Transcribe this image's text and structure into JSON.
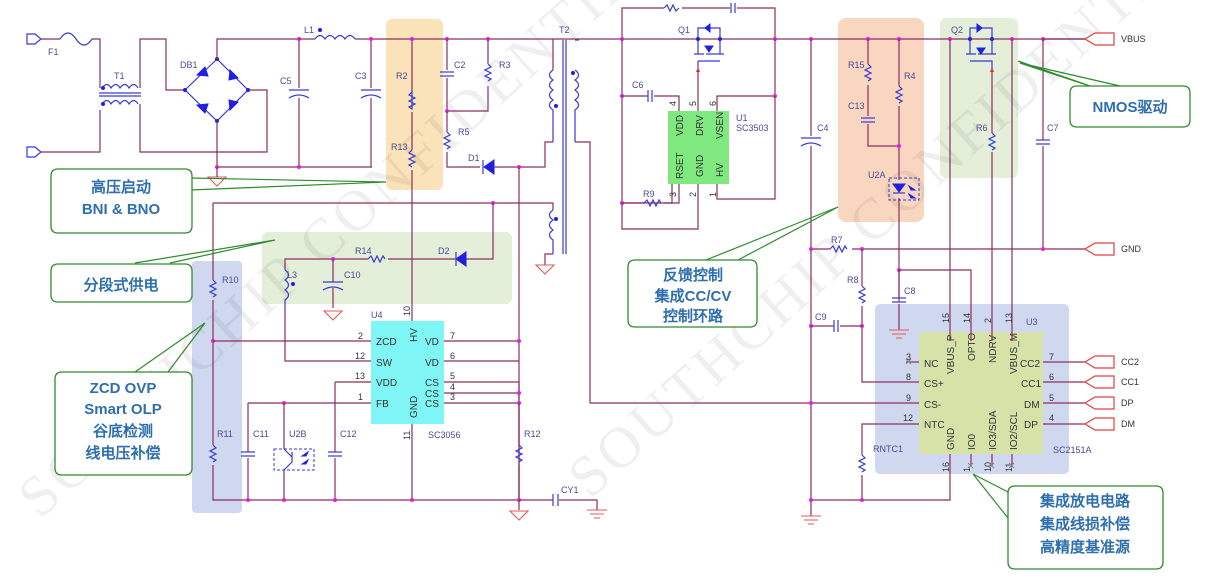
{
  "watermark": "SOUTHCHIP CONFIDENTIAL",
  "colors": {
    "wire": "#8a2f62",
    "component": "#3a3ad0",
    "junction": "#e020e0",
    "callout_border": "#2e8b2e",
    "callout_text": "#2f6fae",
    "region_hv_start": "#fbe3b9",
    "region_supply": "#e3efd9",
    "region_zcd": "#cfd8ee",
    "region_feedback": "#f8d6bf",
    "region_nmos": "#e3efd9",
    "region_u3": "#cfd8ee",
    "ic_u4": "#7ff5f5",
    "ic_u1": "#7fe87f",
    "ic_u3": "#d6e2a8"
  },
  "components": {
    "F1": "F1",
    "T1": "T1",
    "DB1": "DB1",
    "C5": "C5",
    "L1": "L1",
    "C3": "C3",
    "R2": "R2",
    "R13": "R13",
    "C2": "C2",
    "R3": "R3",
    "R5": "R5",
    "D1": "D1",
    "T2": "T2",
    "Q1": "Q1",
    "C6": "C6",
    "R9": "R9",
    "C4": "C4",
    "R15": "R15",
    "R4": "R4",
    "C13": "C13",
    "U2A": "U2A",
    "Q2": "Q2",
    "R6": "R6",
    "C7": "C7",
    "R14": "R14",
    "D2": "D2",
    "L3": "L3",
    "C10": "C10",
    "R10": "R10",
    "R11": "R11",
    "C11": "C11",
    "U2B": "U2B",
    "C12": "C12",
    "R12": "R12",
    "CY1": "CY1",
    "R7": "R7",
    "R8": "R8",
    "C8": "C8",
    "C9": "C9",
    "RNTC1": "RNTC1"
  },
  "ports": {
    "vbus": "VBUS",
    "gnd": "GND",
    "cc2": "CC2",
    "cc1": "CC1",
    "dp": "DP",
    "dm": "DM"
  },
  "ics": {
    "u4": {
      "ref": "U4",
      "part": "SC3056",
      "left_pins": [
        {
          "num": "2",
          "name": "ZCD"
        },
        {
          "num": "12",
          "name": "SW"
        },
        {
          "num": "13",
          "name": "VDD"
        },
        {
          "num": "1",
          "name": "FB"
        }
      ],
      "right_pins": [
        {
          "num": "7",
          "name": "VD"
        },
        {
          "num": "6",
          "name": "VD"
        },
        {
          "num": "5",
          "name": "CS"
        },
        {
          "num": "4",
          "name": "CS"
        },
        {
          "num": "3",
          "name": "CS"
        }
      ],
      "top_pin": {
        "num": "10",
        "name": "HV"
      },
      "bottom_pin": {
        "num": "11",
        "name": "GND"
      }
    },
    "u1": {
      "ref": "U1",
      "part": "SC3503",
      "top_pins": [
        {
          "num": "4",
          "name": "VDD"
        },
        {
          "num": "5",
          "name": "DRV"
        },
        {
          "num": "6",
          "name": "VSEN"
        }
      ],
      "bottom_pins": [
        {
          "num": "3",
          "name": "RSET"
        },
        {
          "num": "2",
          "name": "GND"
        },
        {
          "num": "1",
          "name": "HV"
        }
      ]
    },
    "u3": {
      "ref": "U3",
      "part": "SC2151A",
      "top_pins": [
        {
          "num": "15",
          "name": "VBUS_P"
        },
        {
          "num": "14",
          "name": "OPTO"
        },
        {
          "num": "2",
          "name": "NDRV"
        },
        {
          "num": "13",
          "name": "VBUS_M"
        }
      ],
      "left_pins": [
        {
          "num": "3",
          "name": "NC"
        },
        {
          "num": "8",
          "name": "CS+"
        },
        {
          "num": "9",
          "name": "CS-"
        },
        {
          "num": "12",
          "name": "NTC"
        }
      ],
      "right_pins": [
        {
          "num": "7",
          "name": "CC2"
        },
        {
          "num": "6",
          "name": "CC1"
        },
        {
          "num": "5",
          "name": "DM"
        },
        {
          "num": "4",
          "name": "DP"
        }
      ],
      "bottom_pins": [
        {
          "num": "16",
          "name": "GND"
        },
        {
          "num": "1",
          "name": "IO0"
        },
        {
          "num": "10",
          "name": "IO3/SDA"
        },
        {
          "num": "11",
          "name": "IO2/SCL"
        }
      ]
    }
  },
  "callouts": {
    "hv_start": [
      "高压启动",
      "BNI & BNO"
    ],
    "segmented_supply": [
      "分段式供电"
    ],
    "zcd": [
      "ZCD OVP",
      "Smart OLP",
      "谷底检测",
      "线电压补偿"
    ],
    "feedback": [
      "反馈控制",
      "集成CC/CV",
      "控制环路"
    ],
    "nmos": [
      "NMOS驱动"
    ],
    "u3_features": [
      "集成放电电路",
      "集成线损补偿",
      "高精度基准源"
    ]
  }
}
